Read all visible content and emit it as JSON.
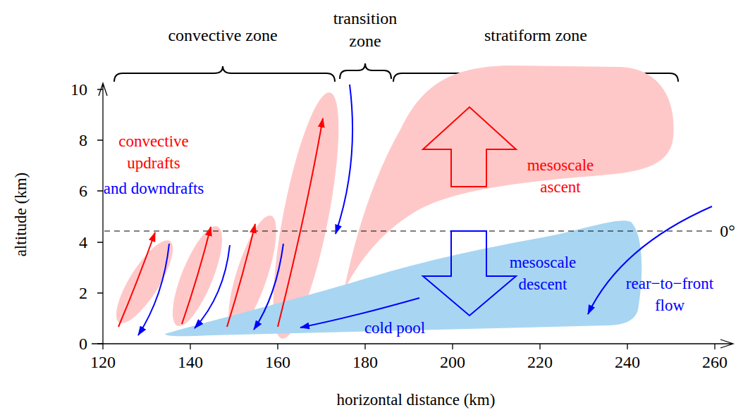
{
  "diagram": {
    "nodes": [
      {
        "text": [
          "mesoscale ascent"
        ]
      },
      {
        "text": [
          "mesoscale descent",
          "cold pool",
          "rear−to−front flow"
        ]
      }
    ],
    "labels": [
      "convective zone",
      "transition zone",
      "stratiform zone",
      "10",
      "8",
      "6",
      "4",
      "2",
      "0",
      "120",
      "140",
      "160",
      "180",
      "200",
      "220",
      "240",
      "260",
      "altitude (km)",
      "horizontal distance (km)",
      "convective updrafts",
      "and downdrafts",
      "0°"
    ]
  }
}
